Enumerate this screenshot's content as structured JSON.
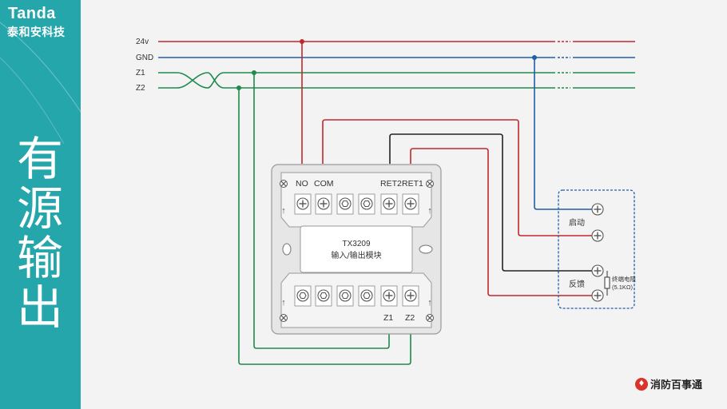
{
  "brand": {
    "name_en": "Tanda",
    "name_cn": "泰和安科技"
  },
  "side_title": [
    "有",
    "源",
    "输",
    "出"
  ],
  "bus_lines": [
    {
      "label": "24v",
      "color": "#c0282d"
    },
    {
      "label": "GND",
      "color": "#1f5fa8"
    },
    {
      "label": "Z1",
      "color": "#1e8a4c"
    },
    {
      "label": "Z2",
      "color": "#1e8a4c"
    }
  ],
  "module": {
    "model": "TX3209",
    "name": "输入/输出模块",
    "top_terminals": {
      "no": "NO",
      "com": "COM",
      "ret2": "RET2",
      "ret1": "RET1"
    },
    "bottom_terminals": {
      "z1": "Z1",
      "z2": "Z2"
    }
  },
  "device": {
    "start_label": "启动",
    "feedback_label": "反馈",
    "resistor_label": "终端电阻",
    "resistor_value": "(5.1KΩ)"
  },
  "footer": {
    "logo_icon": "fire-extinguisher-icon",
    "brand": "消防百事通"
  }
}
